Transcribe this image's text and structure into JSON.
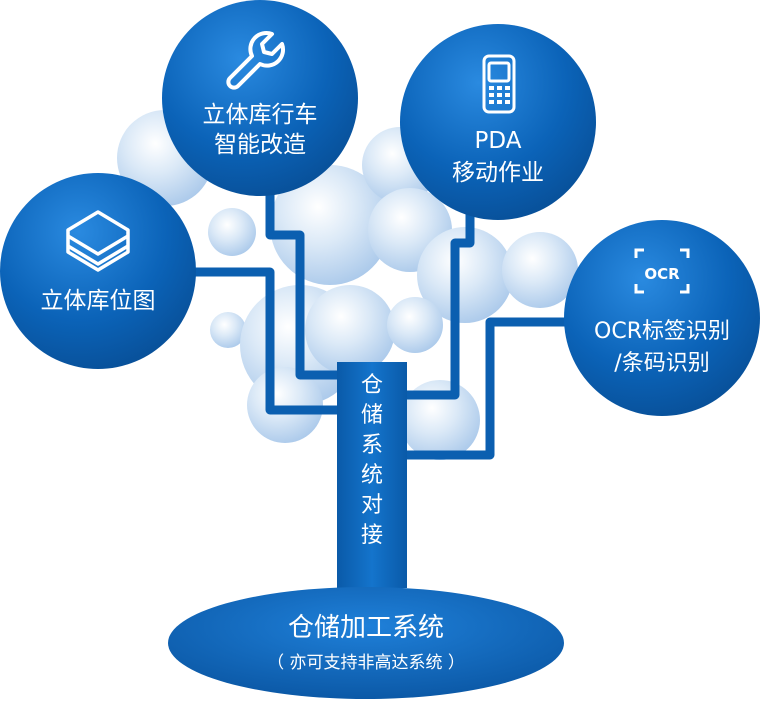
{
  "nodes": {
    "crane": {
      "line1": "立体库行车",
      "line2": "智能改造",
      "icon": "wrench-icon"
    },
    "pda": {
      "line1": "PDA",
      "line2": "移动作业",
      "icon": "pda-device-icon"
    },
    "location_map": {
      "label": "立体库位图",
      "icon": "layers-icon"
    },
    "ocr": {
      "line1": "OCR标签识别",
      "line2": "/条码识别",
      "icon": "ocr-scan-icon",
      "icon_text": "OCR"
    }
  },
  "trunk": {
    "label_chars": [
      "仓",
      "储",
      "系",
      "统",
      "对",
      "接"
    ]
  },
  "base": {
    "title": "仓储加工系统",
    "subtitle": "（ 亦可支持非高达系统 ）"
  },
  "colors": {
    "primary": "#0b5fb0",
    "primary_light": "#1b7ed6",
    "primary_dark": "#0a4f96",
    "bubble": "#cfe1f4",
    "text_light": "#ffffff"
  }
}
